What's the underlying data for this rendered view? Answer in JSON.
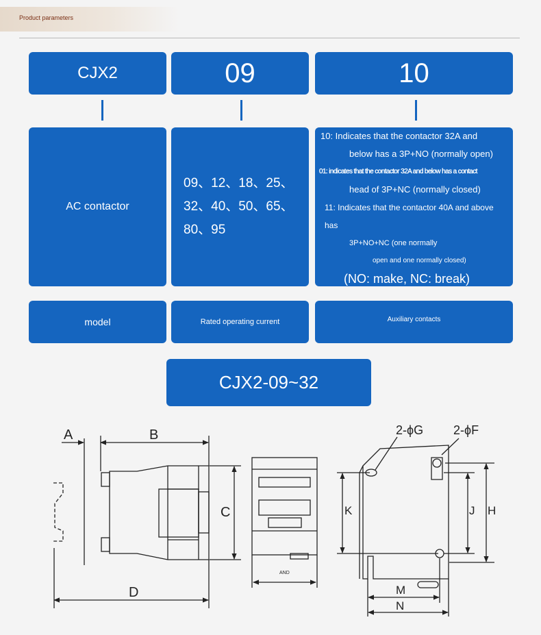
{
  "header": {
    "title": "Product parameters"
  },
  "codes": {
    "model": "CJX2",
    "current": "09",
    "aux": "10"
  },
  "descriptions": {
    "model": "AC contactor",
    "current_lines": [
      "09、12、18、25、",
      "32、40、50、65、",
      "80、95"
    ],
    "aux_lines": [
      "10: Indicates that the contactor 32A and",
      "below has a 3P+NO (normally open)",
      "01: indicates that the contactor 32A and below has a contact",
      "head of 3P+NC (normally closed)",
      "11: Indicates that the contactor 40A and above has",
      "3P+NO+NC (one normally",
      "open and one normally closed)",
      "(NO: make, NC: break)"
    ]
  },
  "labels": {
    "model": "model",
    "current": "Rated operating current",
    "aux": "Auxiliary contacts"
  },
  "series_title": "CJX2-09~32",
  "drawing": {
    "dim_A": "A",
    "dim_B": "B",
    "dim_C": "C",
    "dim_D": "D",
    "dim_K": "K",
    "dim_J": "J",
    "dim_H": "H",
    "dim_M": "M",
    "dim_N": "N",
    "hole_G": "2-ϕG",
    "hole_F": "2-ϕF",
    "side_label": "AND"
  },
  "colors": {
    "accent": "#1565bf",
    "header_text": "#7a2f14"
  }
}
